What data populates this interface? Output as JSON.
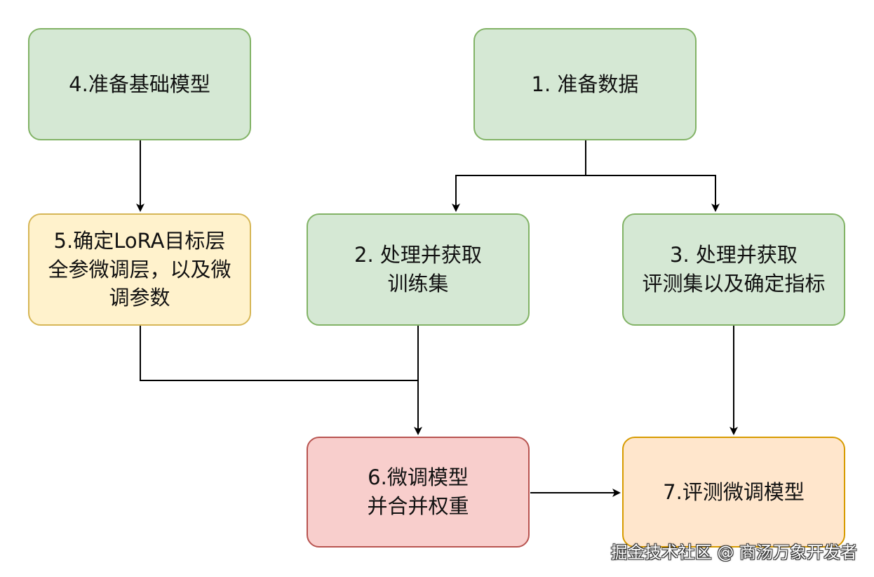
{
  "diagram": {
    "nodes": [
      {
        "id": "n1",
        "label": "1. 准备数据",
        "style": "green"
      },
      {
        "id": "n2",
        "label": "2. 处理并获取\n训练集",
        "style": "green"
      },
      {
        "id": "n3",
        "label": "3. 处理并获取\n评测集以及确定指标",
        "style": "green"
      },
      {
        "id": "n4",
        "label": "4.准备基础模型",
        "style": "green"
      },
      {
        "id": "n5",
        "label": "5.确定LoRA目标层\n全参微调层，以及微\n调参数",
        "style": "yellow"
      },
      {
        "id": "n6",
        "label": "6.微调模型\n并合并权重",
        "style": "red"
      },
      {
        "id": "n7",
        "label": "7.评测微调模型",
        "style": "orange"
      }
    ],
    "edges": [
      {
        "from": "n1",
        "to": "n2"
      },
      {
        "from": "n1",
        "to": "n3"
      },
      {
        "from": "n4",
        "to": "n5"
      },
      {
        "from": "n5",
        "to": "n6"
      },
      {
        "from": "n2",
        "to": "n6"
      },
      {
        "from": "n3",
        "to": "n7"
      },
      {
        "from": "n6",
        "to": "n7"
      }
    ]
  },
  "styles": {
    "green": {
      "fill": "#d5e8d4",
      "stroke": "#82b366"
    },
    "yellow": {
      "fill": "#fff2cc",
      "stroke": "#d6b656"
    },
    "red": {
      "fill": "#f8cecc",
      "stroke": "#b85450"
    },
    "orange": {
      "fill": "#ffe6cc",
      "stroke": "#d79b00"
    },
    "line": "#000000"
  },
  "watermark": "掘金技术社区 @ 商汤万象开发者"
}
